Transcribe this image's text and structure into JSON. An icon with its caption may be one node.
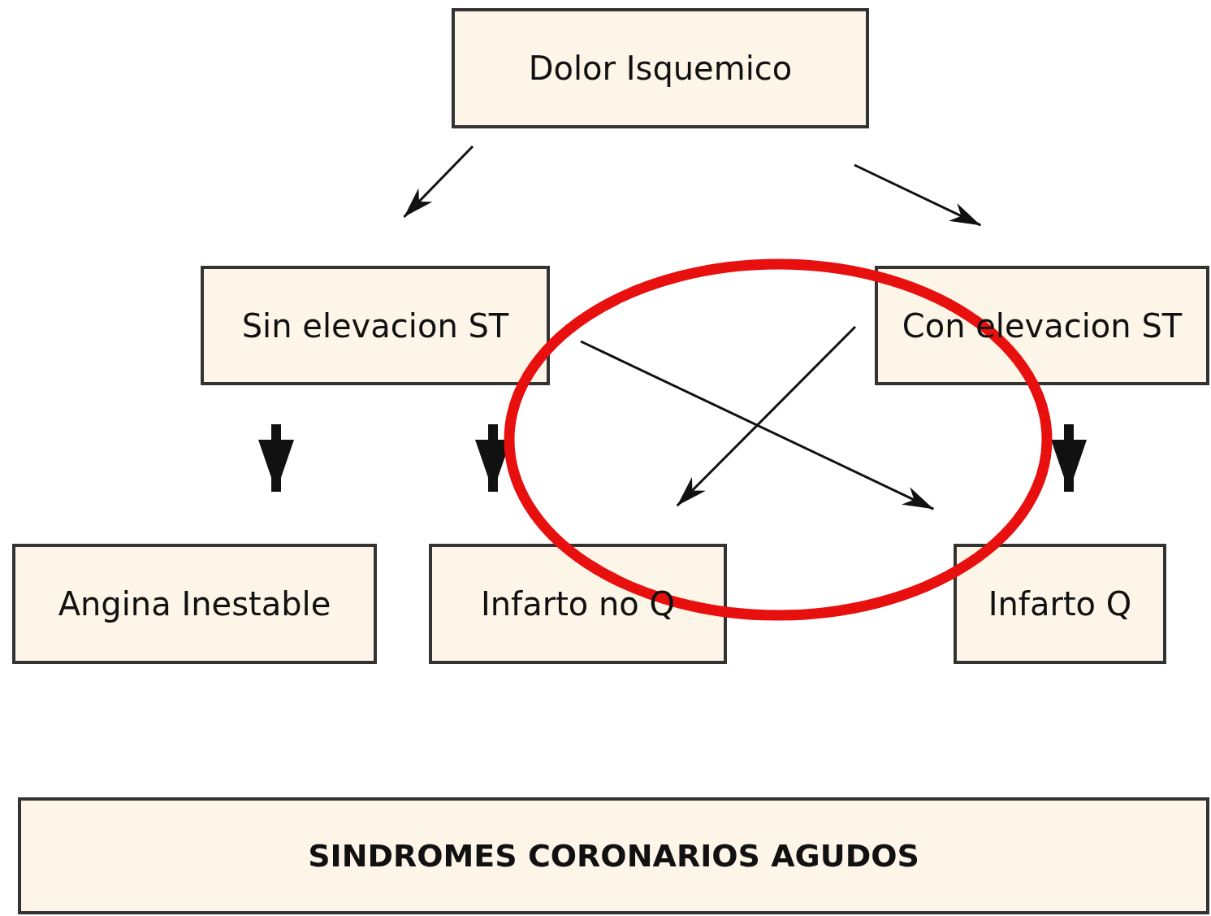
{
  "diagram": {
    "nodes": [
      {
        "text": [
          "Dolor Isquemico"
        ]
      },
      {
        "text": [
          "Sin elevacion ST"
        ]
      },
      {
        "text": [
          "Con elevacion ST"
        ]
      },
      {
        "text": [
          "Angina Inestable"
        ]
      },
      {
        "text": [
          "Infarto no Q"
        ]
      },
      {
        "text": [
          "Infarto Q"
        ]
      },
      {
        "text": [
          "SINDROMES CORONARIOS AGUDOS"
        ]
      }
    ],
    "edges": [
      {
        "from": 0,
        "to": 1,
        "arrow": "to"
      },
      {
        "from": 0,
        "to": 2,
        "arrow": "to"
      },
      {
        "from": 1,
        "to": 3,
        "arrow": "to",
        "style": "thick"
      },
      {
        "from": 1,
        "to": 4,
        "arrow": "to",
        "style": "thick"
      },
      {
        "from": 1,
        "to": 5,
        "arrow": "to"
      },
      {
        "from": 2,
        "to": 4,
        "arrow": "to"
      },
      {
        "from": 2,
        "to": 5,
        "arrow": "to",
        "style": "thick"
      }
    ]
  }
}
